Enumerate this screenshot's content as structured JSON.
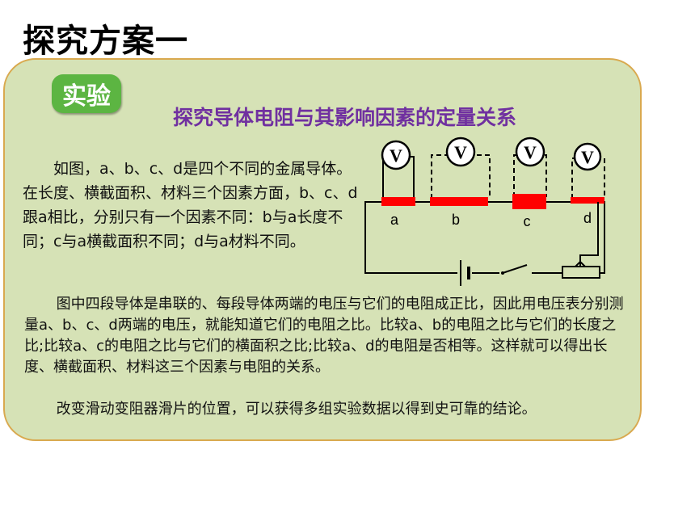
{
  "page": {
    "title": "探究方案一"
  },
  "panel": {
    "badge": "实验",
    "subtitle": "探究导体电阻与其影响因素的定量关系",
    "paragraphs": [
      "如图，a、b、c、d是四个不同的金属导体。在长度、横截面积、材料三个因素方面，b、c、d跟a相比，分别只有一个因素不同：b与a长度不同；c与a横截面积不同；d与a材料不同。",
      "图中四段导体是串联的、每段导体两端的电压与它们的电阻成正比，因此用电压表分别测量a、b、c、d两端的电压，就能知道它们的电阻之比。比较a、b的电阻之比与它们的长度之比;比较a、c的电阻之比与它们的横面积之比;比较a、d的电阻是否相等。这样就可以得出长度、横截面积、材料这三个因素与电阻的关系。",
      "改变滑动变阻器滑片的位置，可以获得多组实验数据以得到史可靠的结论。"
    ]
  },
  "circuit": {
    "meter_symbol": "V",
    "labels": [
      "a",
      "b",
      "c",
      "d"
    ],
    "conductor_color": "#ff0000",
    "wire_color": "#000000"
  }
}
